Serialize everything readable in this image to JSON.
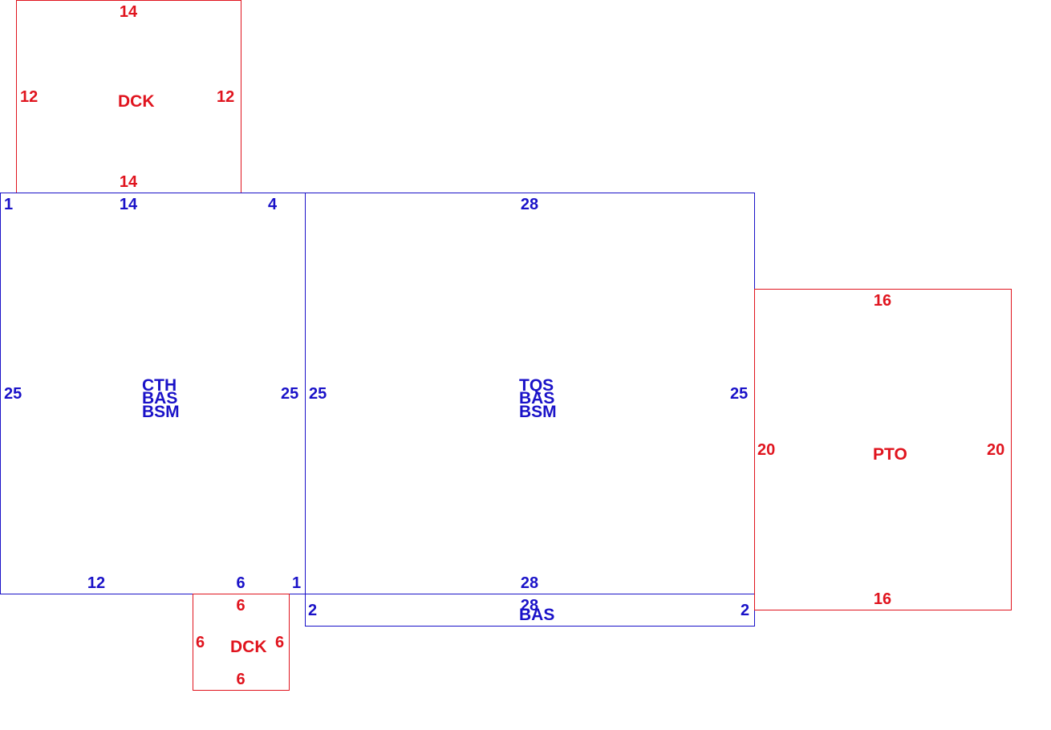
{
  "colors": {
    "red": "#e0141e",
    "blue": "#1a12c8"
  },
  "areas": {
    "deck_top": {
      "color": "red",
      "label": "DCK",
      "dims": {
        "top": "14",
        "left": "12",
        "right": "12",
        "bottom": "14"
      }
    },
    "main_left": {
      "color": "blue",
      "codes": [
        "CTH",
        "BAS",
        "BSM"
      ],
      "dims": {
        "top_left": "1",
        "top": "14",
        "top_right": "4",
        "left": "25",
        "right": "25",
        "bottom_left": "12",
        "bottom_mid": "6",
        "bottom_right": "1"
      }
    },
    "main_right": {
      "color": "blue",
      "codes": [
        "TQS",
        "BAS",
        "BSM"
      ],
      "dims": {
        "top": "28",
        "left": "25",
        "right": "25",
        "bottom": "28"
      }
    },
    "strip": {
      "color": "blue",
      "codes": [
        "BAS"
      ],
      "dims": {
        "top": "28",
        "left": "2",
        "right": "2"
      }
    },
    "deck_bottom": {
      "color": "red",
      "label": "DCK",
      "dims": {
        "top": "6",
        "left": "6",
        "right": "6",
        "bottom": "6"
      }
    },
    "patio": {
      "color": "red",
      "label": "PTO",
      "dims": {
        "top": "16",
        "left": "20",
        "right": "20",
        "bottom": "16"
      }
    }
  }
}
